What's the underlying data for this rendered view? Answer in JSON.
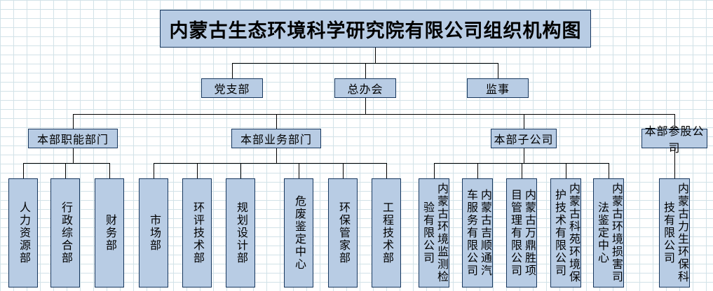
{
  "title": "内蒙古生态环境科学研究院有限公司组织机构图",
  "governance": [
    "党支部",
    "总办会",
    "监事"
  ],
  "divisions": [
    "本部职能部门",
    "本部业务部门",
    "本部子公司",
    "本部参股公司"
  ],
  "functional_departments": [
    "人力资源部",
    "行政综合部",
    "财务部"
  ],
  "business_departments": [
    "市场部",
    "环评技术部",
    "规划设计部",
    "危废鉴定中心",
    "环保管家部",
    "工程技术部"
  ],
  "subsidiaries": [
    "内蒙古环境监测检\n验有限公司",
    "内蒙古吉顺通汽\n车服务有限公司",
    "内蒙古万鼎胜项\n目管理有限公司",
    "内蒙古科苑环境保\n护技术有限公司",
    "内蒙古环境损害司\n法鉴定中心"
  ],
  "equity_companies": [
    "内蒙古力生环保科\n技有限公司"
  ],
  "colors": {
    "box_fill": "#b8cce4",
    "box_border": "#17375e",
    "connector_line": "#000000",
    "grid_line": "#d2e2e8",
    "background": "#ffffff"
  }
}
